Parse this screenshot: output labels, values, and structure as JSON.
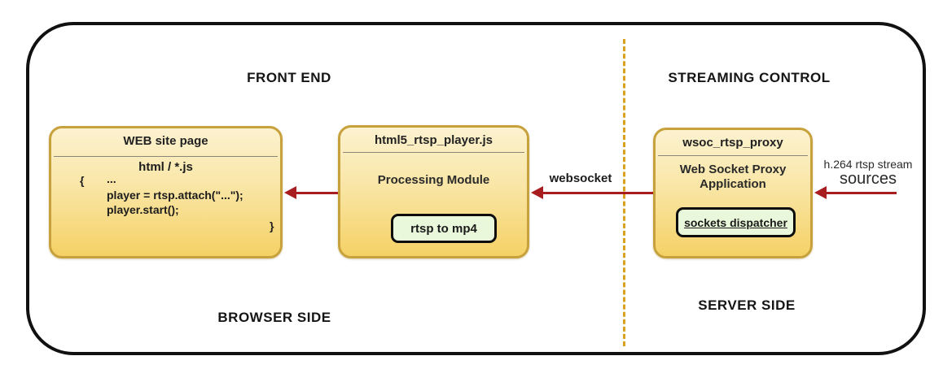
{
  "diagram": {
    "labels": {
      "front_end": "FRONT END",
      "streaming_control": "STREAMING CONTROL",
      "browser_side": "BROWSER SIDE",
      "server_side": "SERVER SIDE"
    },
    "nodes": {
      "web_page": {
        "title": "WEB site page",
        "subtitle": "html / *.js",
        "code": {
          "open": "{",
          "line1": "...",
          "line2": "player = rtsp.attach(\"...\");",
          "line3": "player.start();",
          "close": "}"
        }
      },
      "player": {
        "title": "html5_rtsp_player.js",
        "body": "Processing Module",
        "badge": "rtsp to mp4"
      },
      "proxy": {
        "title": "wsoc_rtsp_proxy",
        "body": "Web Socket Proxy Application",
        "badge": "sockets dispatcher"
      }
    },
    "edges": {
      "websocket_label": "websocket"
    },
    "source": {
      "line1": "h.264 rtsp stream",
      "line2": "sources"
    },
    "colors": {
      "node_border": "#c7a13c",
      "node_fill_top": "#fcf2d0",
      "node_fill_bottom": "#f5d166",
      "badge_fill": "#e9f7da",
      "arrow_red": "#a81d20",
      "dashed_divider": "#d8a11e",
      "outer_border": "#111111"
    }
  }
}
